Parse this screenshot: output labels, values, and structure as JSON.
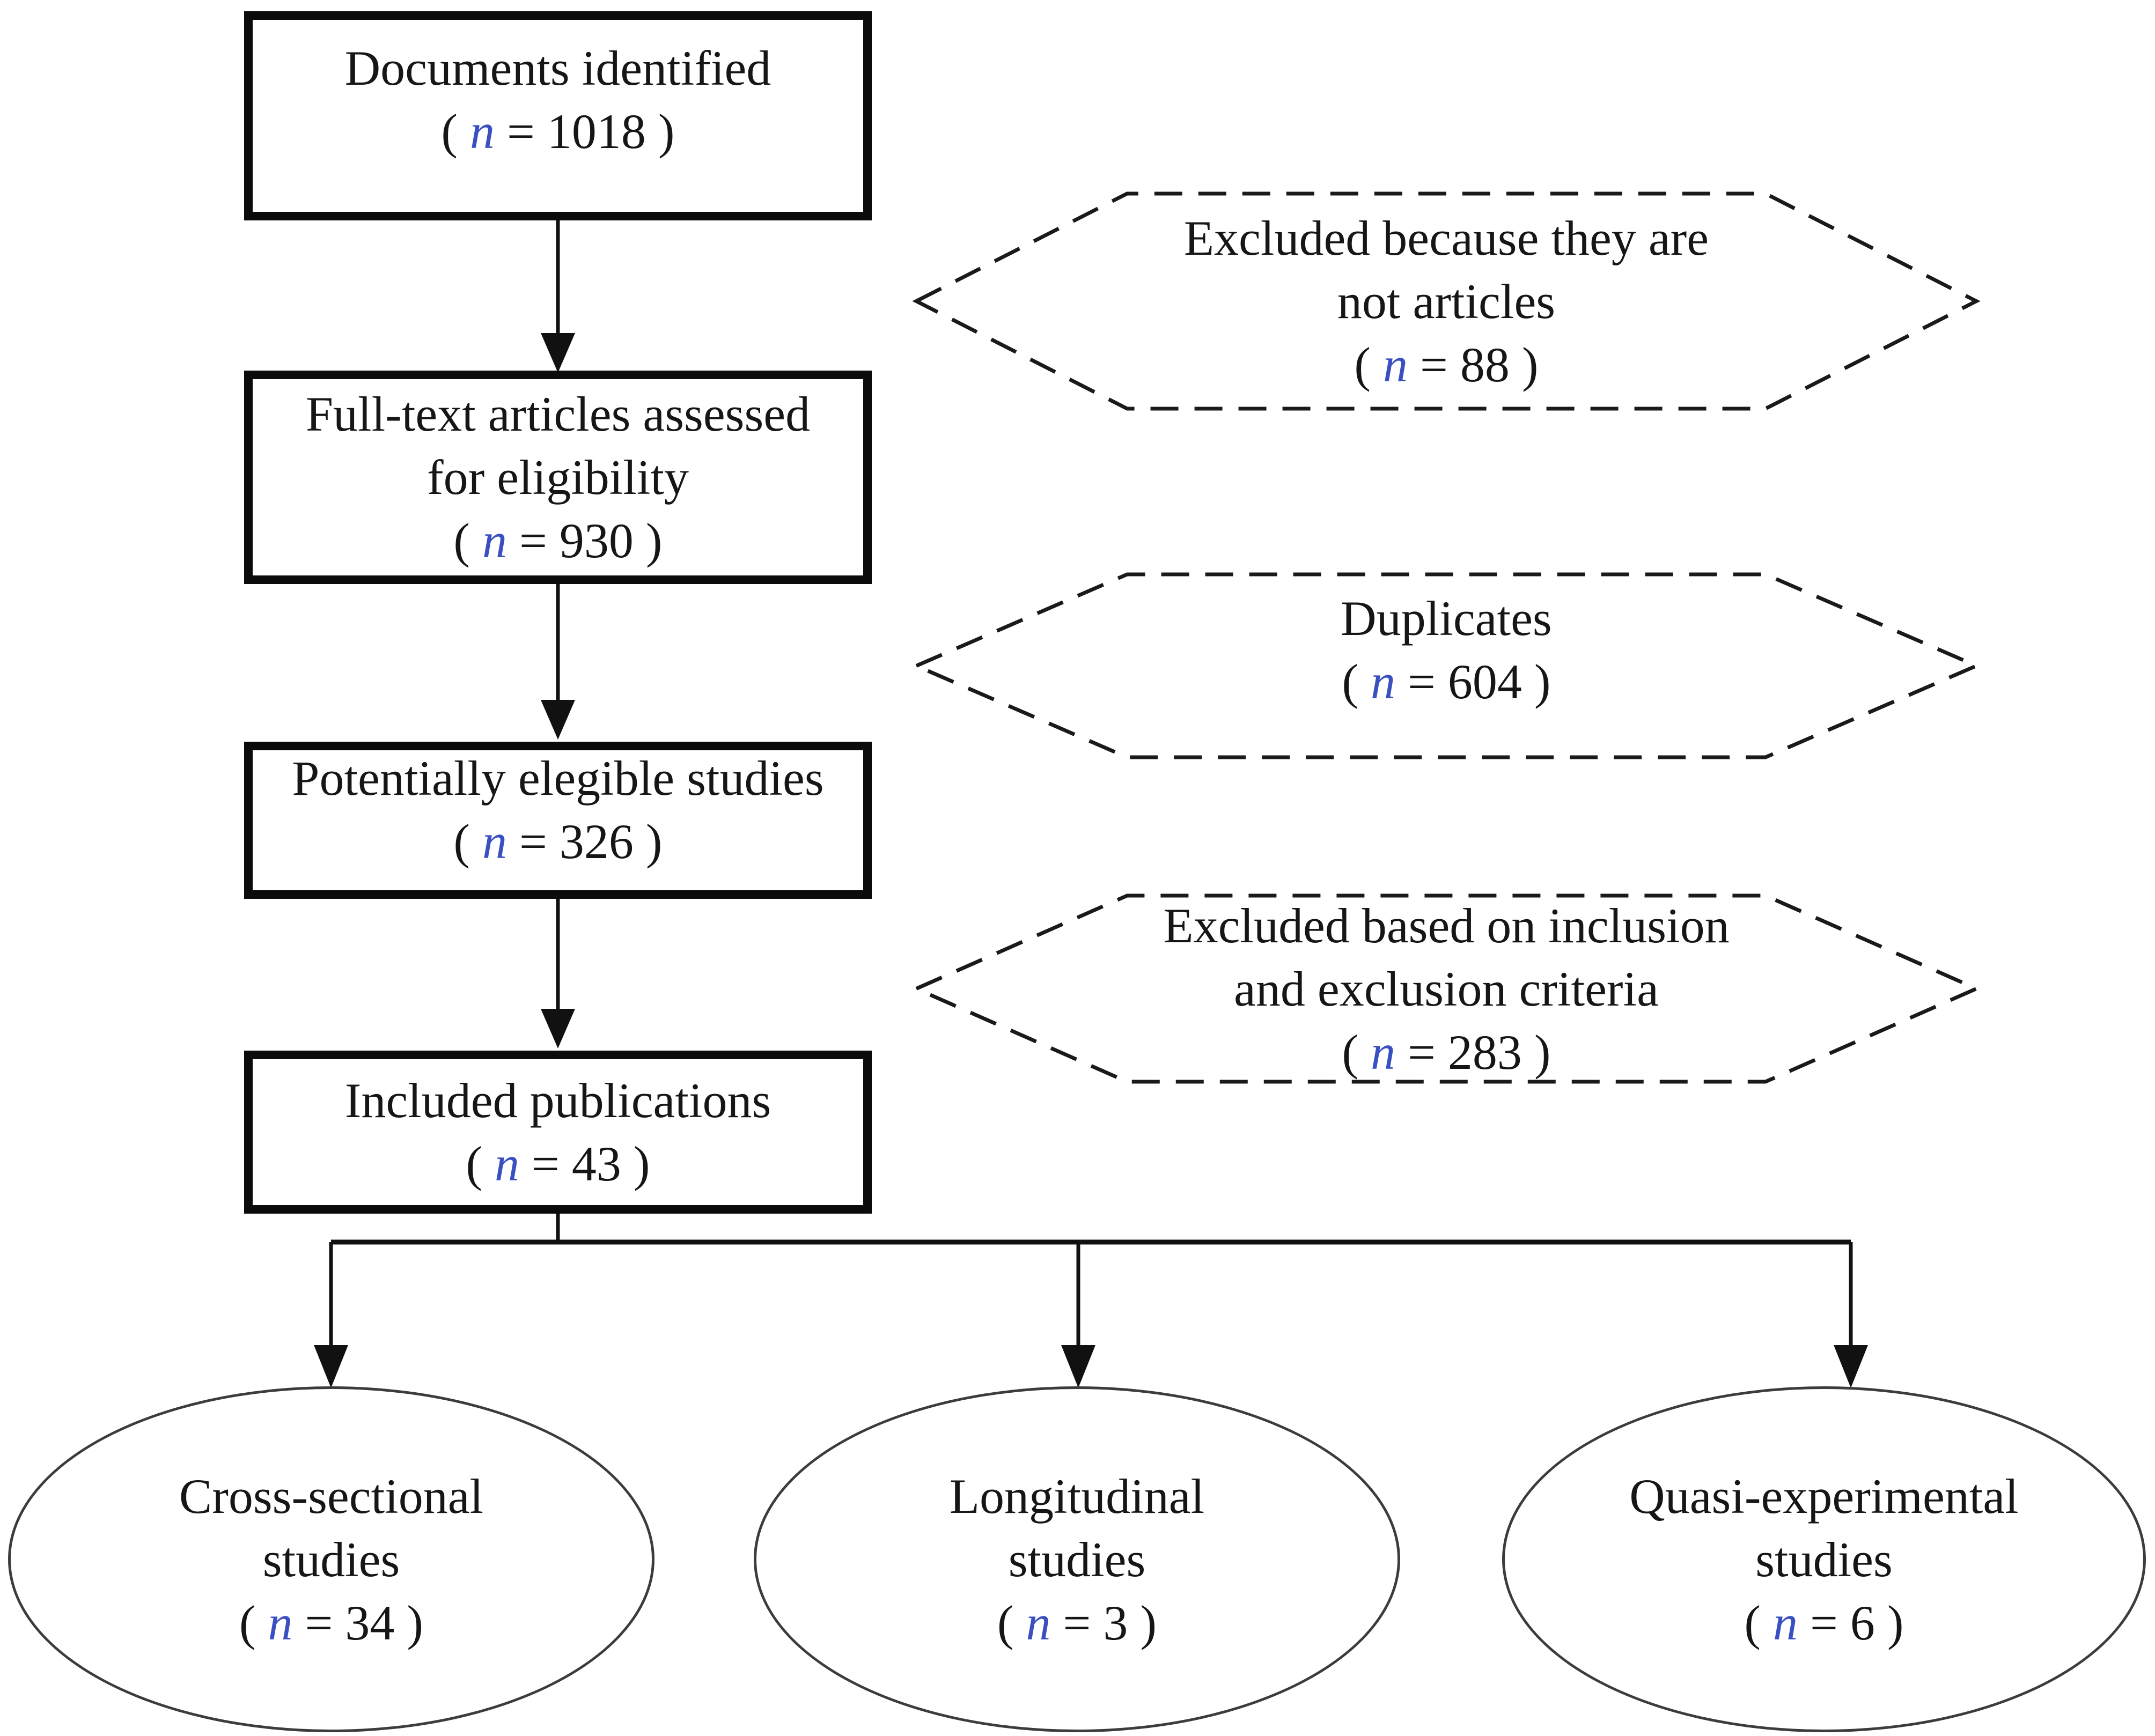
{
  "diagram": {
    "background_color": "#ffffff",
    "line_color": "#111111",
    "n_accent_color": "#3a4fc1",
    "boxes": [
      {
        "line1": "Documents identified",
        "n_open": "( ",
        "n_var": "n",
        "n_rest": " = 1018 )"
      },
      {
        "line1": "Full-text articles assessed",
        "line2": "for eligibility",
        "n_open": "( ",
        "n_var": "n",
        "n_rest": " = 930 )"
      },
      {
        "line1": "Potentially elegible studies",
        "n_open": "( ",
        "n_var": "n",
        "n_rest": " = 326 )"
      },
      {
        "line1": "Included publications",
        "n_open": "( ",
        "n_var": "n",
        "n_rest": " = 43 )"
      }
    ],
    "exclusions": [
      {
        "line1": "Excluded because they are",
        "line2": "not articles",
        "n_open": "( ",
        "n_var": "n",
        "n_rest": " = 88 )"
      },
      {
        "line1": "Duplicates",
        "n_open": "( ",
        "n_var": "n",
        "n_rest": " = 604 )"
      },
      {
        "line1": "Excluded based on inclusion",
        "line2": "and exclusion criteria",
        "n_open": "( ",
        "n_var": "n",
        "n_rest": " = 283 )"
      }
    ],
    "outcomes": [
      {
        "line1": "Cross-sectional",
        "line2": "studies",
        "n_open": "( ",
        "n_var": "n",
        "n_rest": " = 34 )"
      },
      {
        "line1": "Longitudinal",
        "line2": "studies",
        "n_open": "( ",
        "n_var": "n",
        "n_rest": " = 3 )"
      },
      {
        "line1": "Quasi-experimental",
        "line2": "studies",
        "n_open": "( ",
        "n_var": "n",
        "n_rest": " = 6 )"
      }
    ]
  }
}
